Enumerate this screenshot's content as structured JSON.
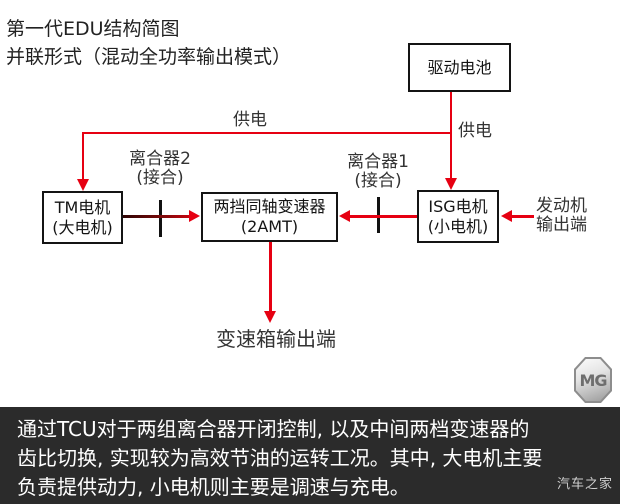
{
  "title": {
    "line1": "第一代EDU结构简图",
    "line2": "并联形式（混动全功率输出模式）"
  },
  "nodes": {
    "battery": {
      "label": "驱动电池"
    },
    "tm_motor": {
      "line1": "TM电机",
      "line2": "(大电机)"
    },
    "gearbox": {
      "line1": "两挡同轴变速器",
      "line2": "(2AMT)"
    },
    "isg_motor": {
      "line1": "ISG电机",
      "line2": "(小电机)"
    }
  },
  "labels": {
    "supply_left": "供电",
    "supply_right": "供电",
    "clutch2_name": "离合器2",
    "clutch2_state": "(接合)",
    "clutch1_name": "离合器1",
    "clutch1_state": "(接合)",
    "engine_line1": "发动机",
    "engine_line2": "输出端",
    "gearbox_output": "变速箱输出端"
  },
  "caption": {
    "lines": [
      "通过TCU对于两组离合器开闭控制, 以及中间两档变速器的",
      "齿比切换, 实现较为高效节油的运转工况。其中, 大电机主要",
      "负责提供动力, 小电机则主要是调速与充电。"
    ],
    "watermark": "汽车之家"
  },
  "logo": {
    "text": "MG"
  },
  "colors": {
    "arrow_red": "#e60012",
    "box_border": "#141414",
    "caption_bg": "#2b2b2b",
    "caption_text": "#ffffff"
  }
}
